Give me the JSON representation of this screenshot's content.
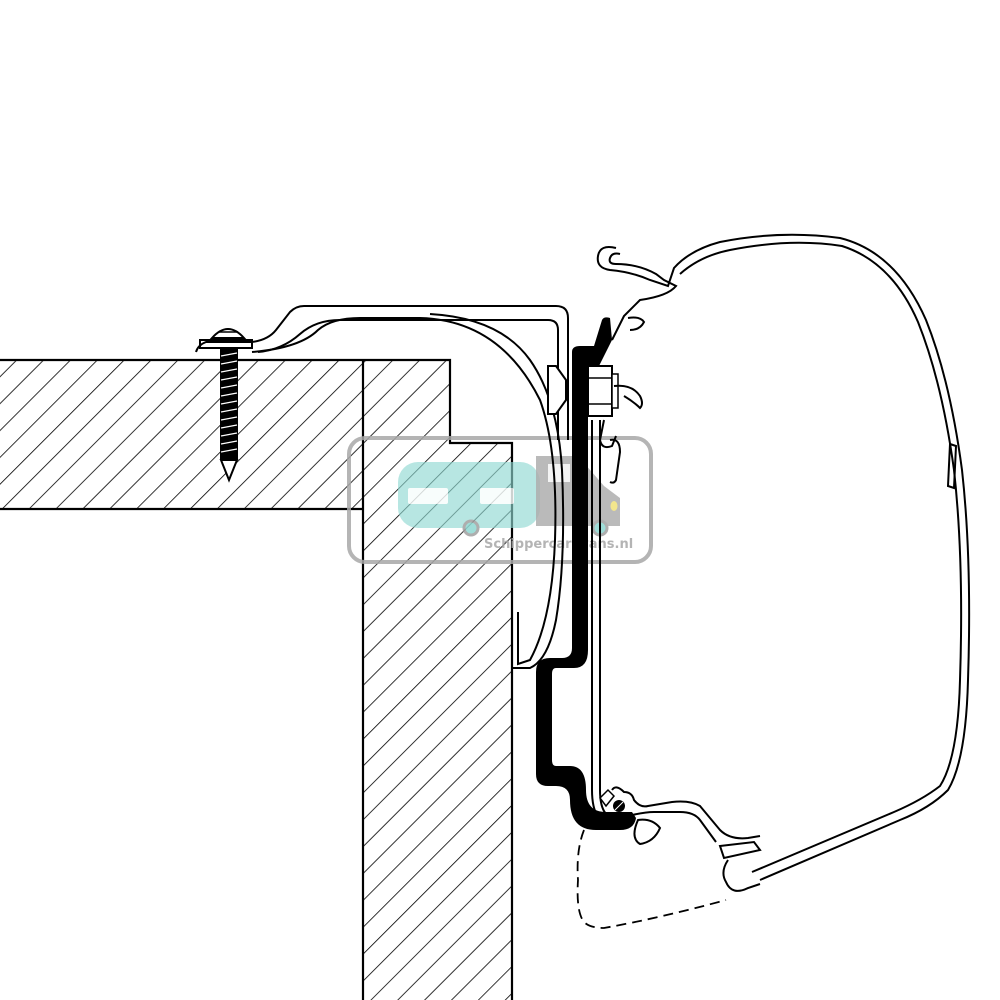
{
  "diagram": {
    "title": "Awning adapter rail cross-section mounted on vehicle roof edge",
    "components": [
      {
        "id": "roof-panel",
        "label": "Roof panel (hatched section)"
      },
      {
        "id": "side-wall",
        "label": "Side wall (hatched section)"
      },
      {
        "id": "mounting-screw",
        "label": "Self-tapping screw"
      },
      {
        "id": "adapter-bracket",
        "label": "Adapter bracket profile"
      },
      {
        "id": "black-rail",
        "label": "Black mounting rail"
      },
      {
        "id": "bolt-nut",
        "label": "Bolt and nut"
      },
      {
        "id": "awning-cassette",
        "label": "Awning cassette housing"
      },
      {
        "id": "dashed-outline",
        "label": "Optional lower profile (dashed)"
      }
    ],
    "colors": {
      "line": "#000000",
      "background": "#ffffff",
      "watermark_gray": "#a8a8a8",
      "watermark_teal": "#8fd8d2",
      "watermark_yellow": "#f2e27a"
    }
  },
  "watermark": {
    "text": "Schippercaravans.nl"
  }
}
